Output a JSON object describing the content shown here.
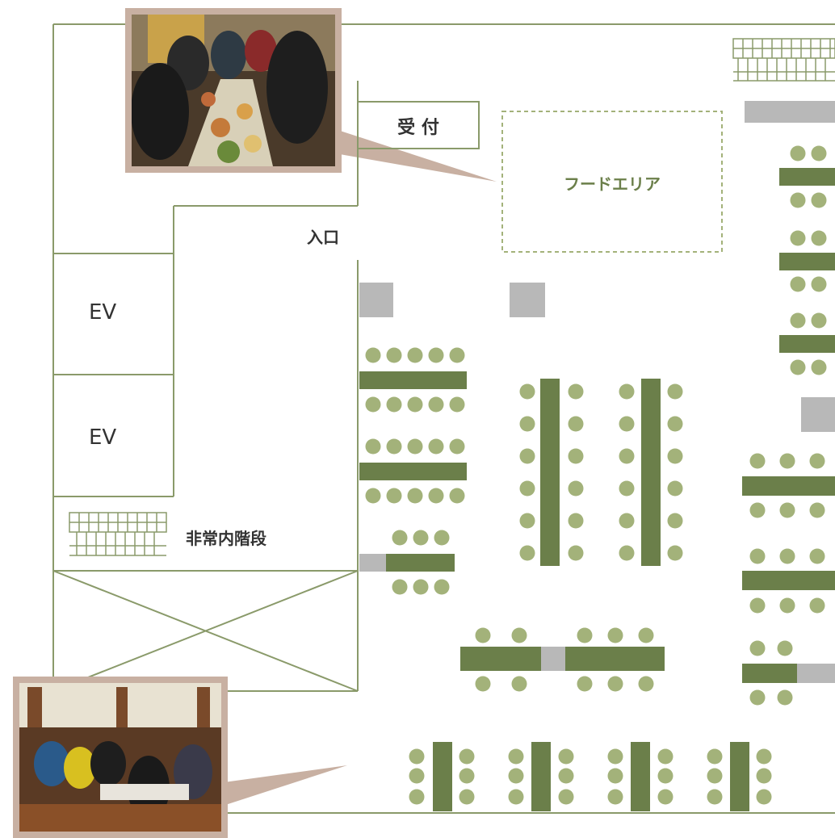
{
  "labels": {
    "reception": "受 付",
    "food_area": "フードエリア",
    "entrance": "入口",
    "elevator_1": "EV",
    "elevator_2": "EV",
    "emergency_stairs": "非常内階段"
  },
  "colors": {
    "wall_line": "#8a9a6a",
    "table": "#6b7f4a",
    "seat": "#a3b27a",
    "pillar": "#b8b8b8",
    "photo_frame": "#c8b0a2",
    "callout": "#c8b0a2",
    "food_area_border": "#a3b27a",
    "label_text": "#333333"
  },
  "icons": {
    "stairs": "stairs-icon",
    "buffet_photo": "buffet-photo",
    "dining_photo": "dining-photo"
  }
}
